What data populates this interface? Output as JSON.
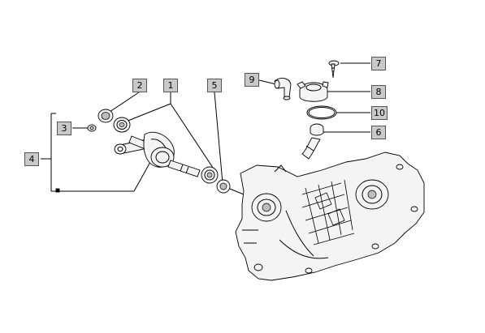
{
  "diagram": {
    "callouts": [
      {
        "id": "c1",
        "label": "1"
      },
      {
        "id": "c2",
        "label": "2"
      },
      {
        "id": "c3",
        "label": "3"
      },
      {
        "id": "c4",
        "label": "4"
      },
      {
        "id": "c5",
        "label": "5"
      },
      {
        "id": "c6",
        "label": "6"
      },
      {
        "id": "c7",
        "label": "7"
      },
      {
        "id": "c8",
        "label": "8"
      },
      {
        "id": "c9",
        "label": "9"
      },
      {
        "id": "c10",
        "label": "10"
      }
    ],
    "colors": {
      "callout_fill": "#c9c9c9",
      "callout_border": "#555555",
      "line": "#000000",
      "background": "#ffffff"
    }
  }
}
